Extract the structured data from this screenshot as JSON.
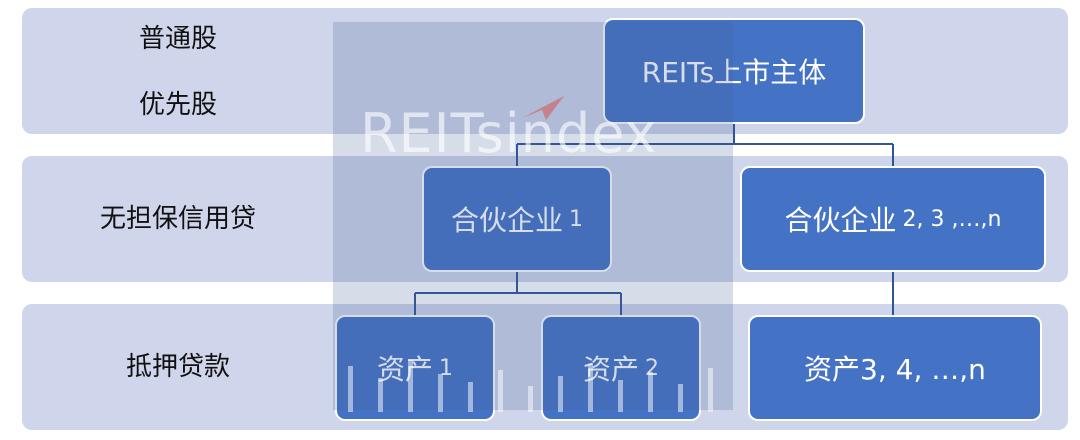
{
  "rows": {
    "top": {
      "labels": [
        "普通股",
        "优先股"
      ]
    },
    "middle": {
      "label": "无担保信用贷"
    },
    "bottom": {
      "label": "抵押贷款"
    }
  },
  "nodes": {
    "root": "REITs上市主体",
    "partnership_1": {
      "text": "合伙企业",
      "num": "1"
    },
    "partnership_n": {
      "text": "合伙企业",
      "num": "2, 3 ,…,n"
    },
    "asset_1": {
      "text": "资产",
      "num": "1"
    },
    "asset_2": {
      "text": "资产",
      "num": "2"
    },
    "asset_n": "资产3, 4, …,n"
  },
  "watermark": {
    "text": "REITsindex"
  },
  "colors": {
    "band": "#cfd5ea",
    "node": "#4472c4",
    "connector": "#2f5597",
    "logo_accent": "#d9534f"
  }
}
